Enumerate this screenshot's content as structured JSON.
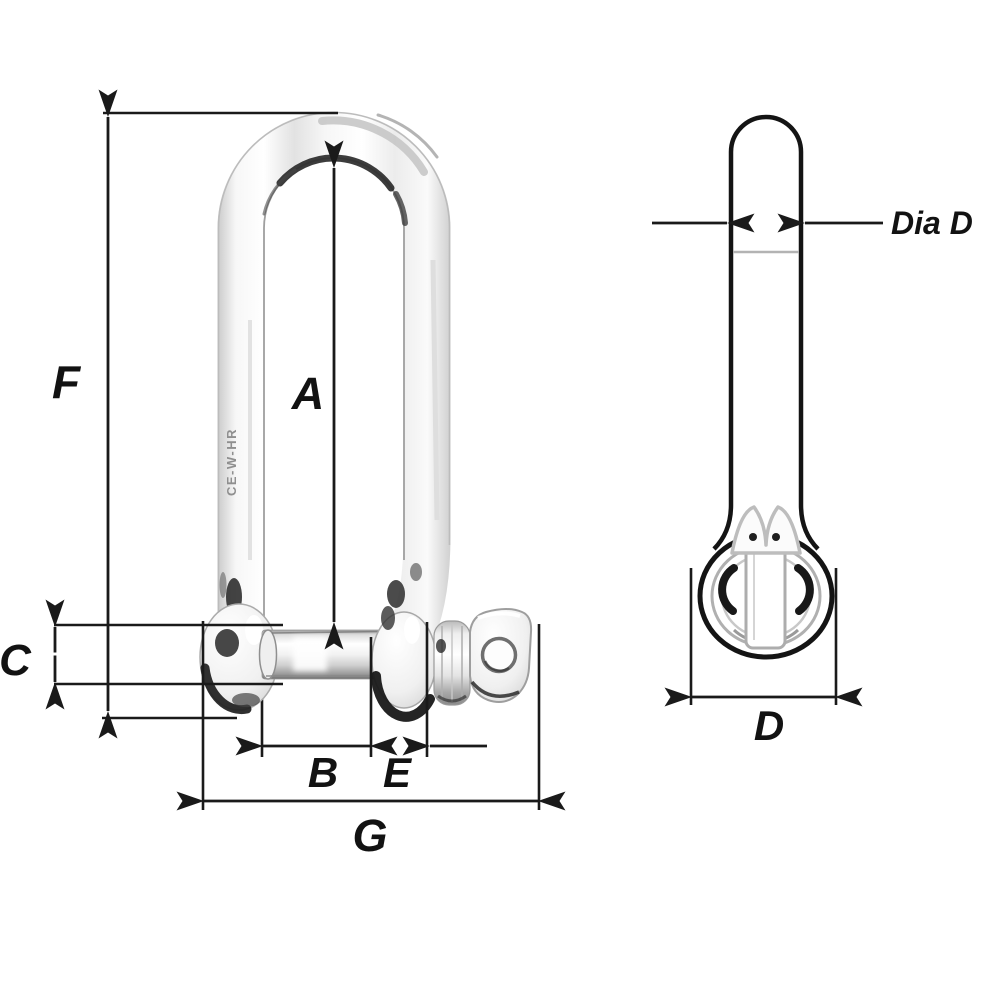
{
  "page": {
    "background": "#ffffff",
    "description": "Technical dimension diagram of a captive-pin long D shackle: front view (left) and side view (right)"
  },
  "colors": {
    "dimension_line": "#1a1a1a",
    "label_text": "#121212",
    "outline": "#141414",
    "seam_line": "#b3b3b3",
    "engraving_text": "#8f8f8f"
  },
  "front_view": {
    "engraving": "CE-W-HR",
    "labels": {
      "F": "F",
      "A": "A",
      "C": "C",
      "B": "B",
      "E": "E",
      "G": "G"
    }
  },
  "side_view": {
    "labels": {
      "dia_d": "Dia D",
      "d": "D"
    }
  }
}
